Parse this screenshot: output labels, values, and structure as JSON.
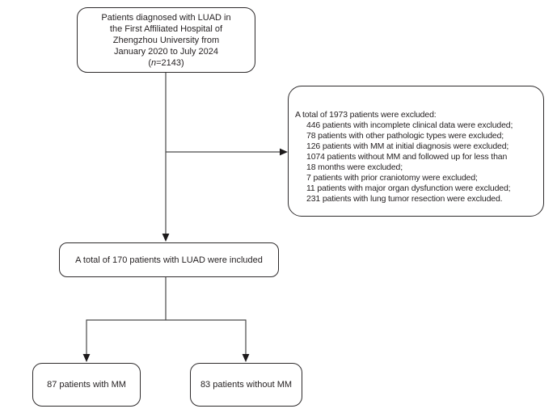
{
  "figure": {
    "type": "patient-flow-diagram",
    "colors": {
      "background": "#ffffff",
      "box_border": "#2e2b2c",
      "text": "#231f20",
      "connector": "#4a4a4a"
    },
    "boxes": {
      "initial": {
        "line1": "Patients diagnosed with LUAD in",
        "line2": "the First Affiliated Hospital of",
        "line3": "Zhengzhou University from",
        "line4": "January 2020 to July 2024",
        "n_open": "(",
        "n_var": "n",
        "n_value": "=2143)"
      },
      "excluded": {
        "heading": "A total of 1973 patients were excluded:",
        "lines": [
          "446 patients with incomplete clinical data were excluded;",
          "78 patients with other pathologic types were excluded;",
          "126 patients with MM at initial diagnosis were excluded;",
          "1074 patients without MM and followed up for less than",
          "18 months were excluded;",
          "7 patients with prior craniotomy were excluded;",
          "11 patients with major organ dysfunction were excluded;",
          "231 patients with lung tumor resection were excluded."
        ]
      },
      "included": {
        "text": "A total of 170 patients with LUAD were included"
      },
      "with_mm": {
        "text": "87 patients with MM"
      },
      "without_mm": {
        "text": "83 patients without MM"
      }
    }
  }
}
